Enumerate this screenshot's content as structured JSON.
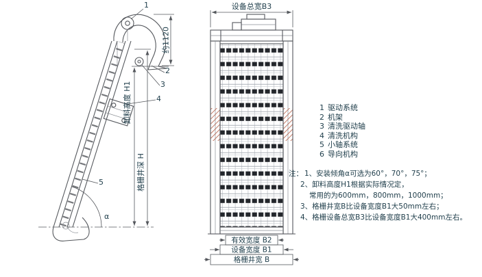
{
  "colors": {
    "background": "#ffffff",
    "drawing_line": "#54575c",
    "text": "#22404d",
    "rake_teeth": "#23262b",
    "bearing_hatch": "#b0543c"
  },
  "drawing": {
    "left_view": {
      "dim_top": "约1120",
      "dim_discharge_height": "卸料高度 H1",
      "dim_well_depth": "格栅井深 H",
      "angle_label": "α",
      "callouts": [
        "1",
        "2",
        "3",
        "4",
        "5"
      ]
    },
    "right_view": {
      "dim_total_width": "设备总宽B3",
      "dim_effective_width": "有效宽度 B2",
      "dim_equipment_width": "设备宽度 B1",
      "dim_well_width": "格栅井宽 B"
    }
  },
  "legend": {
    "items": [
      {
        "num": "1",
        "label": "驱动系统"
      },
      {
        "num": "2",
        "label": "机架"
      },
      {
        "num": "3",
        "label": "清洗驱动轴"
      },
      {
        "num": "4",
        "label": "清洗机构"
      },
      {
        "num": "5",
        "label": "小轴系统"
      },
      {
        "num": "6",
        "label": "导向机构"
      }
    ]
  },
  "notes": {
    "prefix": "注：",
    "line1": "1、安装倾角α可选为60°，70°，75°；",
    "line2": "2、卸料高度H1根据实际情况定，",
    "line3": "常用的为600mm，800mm，1000mm；",
    "line4": "3、格栅井宽B比设备宽度B1大50mm左右；",
    "line5": "4、格栅设备总宽B3比设备宽度B1大400mm左右。"
  }
}
